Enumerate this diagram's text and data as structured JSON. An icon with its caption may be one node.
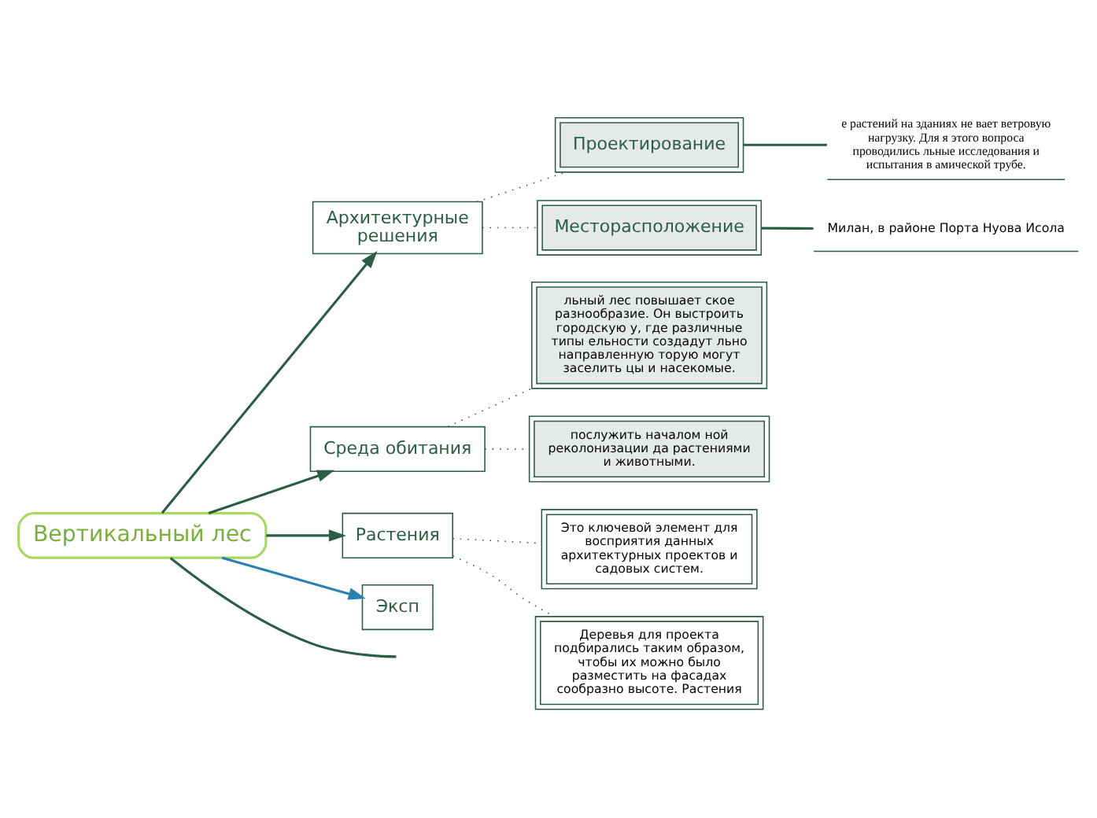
{
  "diagram": {
    "nodes": [
      {
        "text": [
          "Вертикальный лес"
        ]
      },
      {
        "text": [
          "Архитектурные решения"
        ]
      },
      {
        "text": [
          "Проектирование"
        ]
      },
      {
        "text": [
          "Месторасположение"
        ]
      },
      {
        "text": [
          "е растений на зданиях не вает ветровую нагрузку. Для я этого вопроса проводились льные исследования и испытания в амической трубе."
        ]
      },
      {
        "text": [
          "Милан, в районе Порта Нуова Исола"
        ]
      },
      {
        "text": [
          "Среда обитания"
        ]
      },
      {
        "text": [
          "льный лес повышает ское разнообразие. Он выстроить городскую у, где различные типы ельности создадут льно направленную торую могут заселить цы и насекомые."
        ]
      },
      {
        "text": [
          "послужить началом ной реколонизации да растениями и животными."
        ]
      },
      {
        "text": [
          "Растения"
        ]
      },
      {
        "text": [
          "Это ключевой элемент для восприятия данных архитектурных проектов и садовых систем."
        ]
      },
      {
        "text": [
          "Деревья для проекта подбирались таким образом, чтобы их можно было разместить на фасадах сообразно высоте. Растения"
        ]
      },
      {
        "text": [
          "Эксп"
        ]
      }
    ],
    "edges": [
      {
        "from": 0,
        "to": 1,
        "arrow": "to"
      },
      {
        "from": 1,
        "to": 2,
        "arrow": "none",
        "style": "dashed"
      },
      {
        "from": 1,
        "to": 3,
        "arrow": "none",
        "style": "dashed"
      },
      {
        "from": 2,
        "to": 4,
        "arrow": "none"
      },
      {
        "from": 3,
        "to": 5,
        "arrow": "none"
      },
      {
        "from": 0,
        "to": 6,
        "arrow": "to"
      },
      {
        "from": 6,
        "to": 7,
        "arrow": "none",
        "style": "dashed"
      },
      {
        "from": 6,
        "to": 8,
        "arrow": "none",
        "style": "dashed"
      },
      {
        "from": 0,
        "to": 9,
        "arrow": "to"
      },
      {
        "from": 9,
        "to": 10,
        "arrow": "none",
        "style": "dashed"
      },
      {
        "from": 9,
        "to": 11,
        "arrow": "none",
        "style": "dashed"
      },
      {
        "from": 0,
        "to": 12,
        "arrow": "to",
        "color": "#2a80b0"
      },
      {
        "from": 0,
        "to": null,
        "arrow": "none"
      }
    ]
  }
}
